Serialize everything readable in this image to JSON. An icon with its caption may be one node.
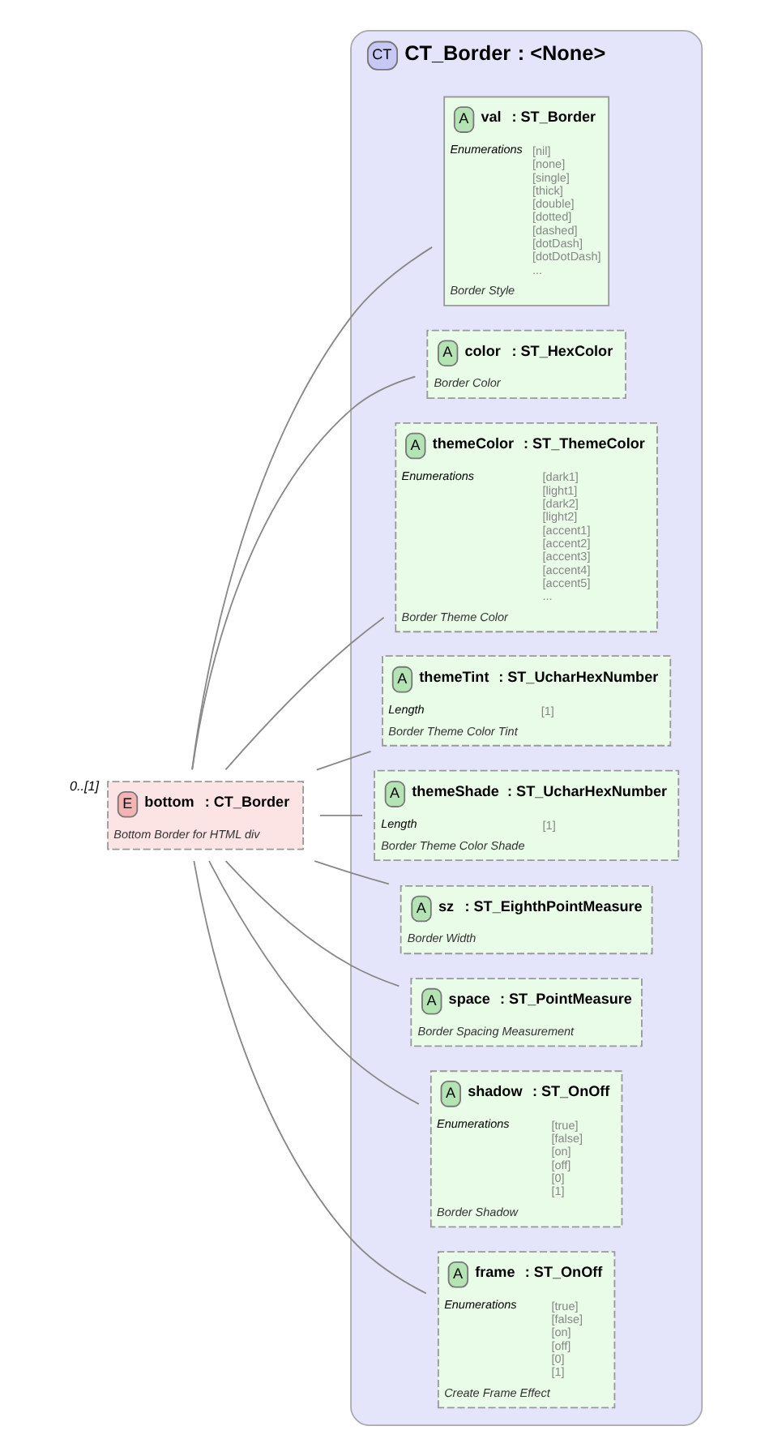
{
  "diagram": {
    "nodes": [
      {
        "text": [
          "E",
          "bottom",
          ": CT_Border",
          "Bottom Border for HTML div"
        ],
        "beside": [
          "0..[1]"
        ]
      },
      {
        "text": [
          "CT",
          "CT_Border",
          ": <None>"
        ]
      },
      {
        "text": [
          "A",
          "val",
          ": ST_Border",
          "Enumerations",
          "[nil]",
          "[none]",
          "[single]",
          "[thick]",
          "[double]",
          "[dotted]",
          "[dashed]",
          "[dotDash]",
          "[dotDotDash]",
          "...",
          "Border Style"
        ],
        "in": 1
      },
      {
        "text": [
          "A",
          "color",
          ": ST_HexColor",
          "Border Color"
        ],
        "in": 1
      },
      {
        "text": [
          "A",
          "themeColor",
          ": ST_ThemeColor",
          "Enumerations",
          "[dark1]",
          "[light1]",
          "[dark2]",
          "[light2]",
          "[accent1]",
          "[accent2]",
          "[accent3]",
          "[accent4]",
          "[accent5]",
          "...",
          "Border Theme Color"
        ],
        "in": 1
      },
      {
        "text": [
          "A",
          "themeTint",
          ": ST_UcharHexNumber",
          "Length",
          "[1]",
          "Border Theme Color Tint"
        ],
        "in": 1
      },
      {
        "text": [
          "A",
          "themeShade",
          ": ST_UcharHexNumber",
          "Length",
          "[1]",
          "Border Theme Color Shade"
        ],
        "in": 1
      },
      {
        "text": [
          "A",
          "sz",
          ": ST_EighthPointMeasure",
          "Border Width"
        ],
        "in": 1
      },
      {
        "text": [
          "A",
          "space",
          ": ST_PointMeasure",
          "Border Spacing Measurement"
        ],
        "in": 1
      },
      {
        "text": [
          "A",
          "shadow",
          ": ST_OnOff",
          "Enumerations",
          "[true]",
          "[false]",
          "[on]",
          "[off]",
          "[0]",
          "[1]",
          "Border Shadow"
        ],
        "in": 1
      },
      {
        "text": [
          "A",
          "frame",
          ": ST_OnOff",
          "Enumerations",
          "[true]",
          "[false]",
          "[on]",
          "[off]",
          "[0]",
          "[1]",
          "Create Frame Effect"
        ],
        "in": 1
      }
    ],
    "edges": [
      {
        "from": 0,
        "to": 2,
        "arrow": "none"
      },
      {
        "from": 0,
        "to": 3,
        "arrow": "none"
      },
      {
        "from": 0,
        "to": 4,
        "arrow": "none"
      },
      {
        "from": 0,
        "to": 5,
        "arrow": "none"
      },
      {
        "from": 0,
        "to": 6,
        "arrow": "none"
      },
      {
        "from": 0,
        "to": 7,
        "arrow": "none"
      },
      {
        "from": 0,
        "to": 8,
        "arrow": "none"
      },
      {
        "from": 0,
        "to": 9,
        "arrow": "none"
      },
      {
        "from": 0,
        "to": 10,
        "arrow": "none"
      }
    ]
  }
}
